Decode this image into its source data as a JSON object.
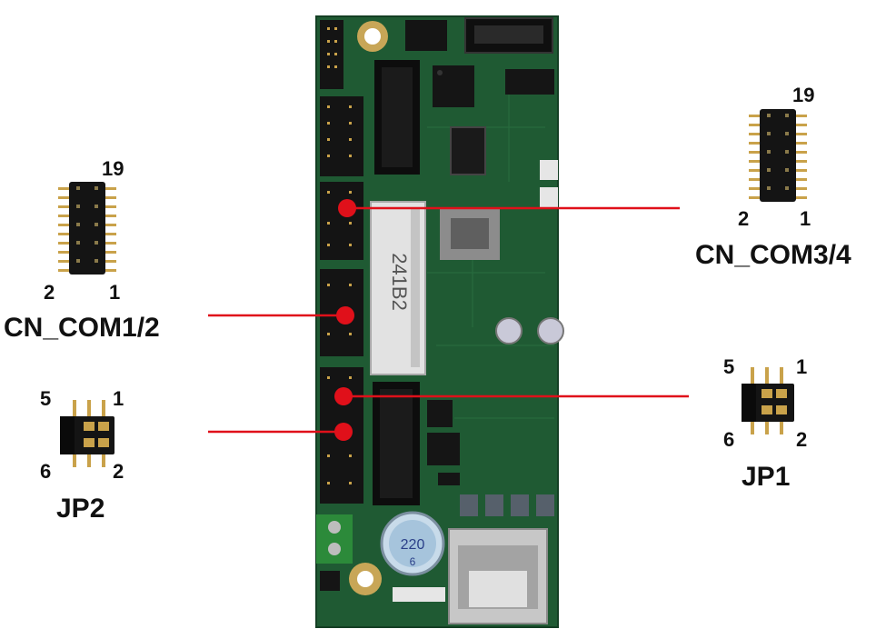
{
  "colors": {
    "pcb": "#1f5a33",
    "pcb_dark": "#143f24",
    "callout": "#e0101a",
    "header_black": "#141414",
    "pin_gold": "#c9a24a"
  },
  "callouts": {
    "cn_com12": {
      "title": "CN_COM1/2",
      "pin_top": "19",
      "pin_bottom_left": "2",
      "pin_bottom_right": "1"
    },
    "cn_com34": {
      "title": "CN_COM3/4",
      "pin_top": "19",
      "pin_bottom_left": "2",
      "pin_bottom_right": "1"
    },
    "jp1": {
      "title": "JP1",
      "pin_top_left": "5",
      "pin_top_right": "1",
      "pin_bottom_left": "6",
      "pin_bottom_right": "2"
    },
    "jp2": {
      "title": "JP2",
      "pin_top_left": "5",
      "pin_top_right": "1",
      "pin_bottom_left": "6",
      "pin_bottom_right": "2"
    }
  },
  "board": {
    "slot_label": "241B2",
    "cap_label": "220",
    "cap_label2": "6"
  }
}
